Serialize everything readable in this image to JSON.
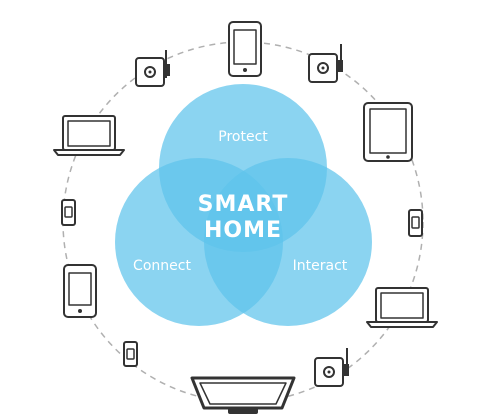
{
  "diagram": {
    "center": {
      "line1": "SMART",
      "line2": "HOME"
    },
    "circles": [
      {
        "name": "protect",
        "label": "Protect"
      },
      {
        "name": "connect",
        "label": "Connect"
      },
      {
        "name": "interact",
        "label": "Interact"
      }
    ],
    "colors": {
      "circle_fill": "#5ec3ec",
      "overlap_fill": "#2fa2dc",
      "center_fill": "#1d8fd1",
      "ring_stroke": "#b0b0b0",
      "device_stroke": "#333333"
    },
    "devices": [
      "smartphone-icon",
      "camera-icon",
      "camera-icon",
      "tablet-icon",
      "laptop-icon",
      "sensor-icon",
      "sensor-icon",
      "smartphone-icon",
      "laptop-icon",
      "sensor-icon",
      "camera-icon",
      "tv-icon"
    ]
  }
}
